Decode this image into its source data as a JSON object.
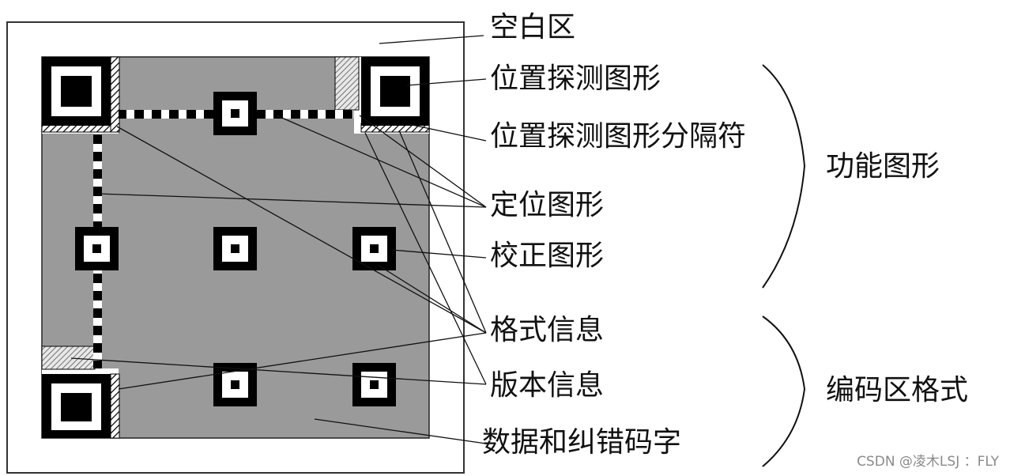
{
  "labels": {
    "quiet_zone": "空白区",
    "finder_pattern": "位置探测图形",
    "finder_separator": "位置探测图形分隔符",
    "timing_pattern": "定位图形",
    "alignment_pattern": "校正图形",
    "format_info": "格式信息",
    "version_info": "版本信息",
    "data_ec": "数据和纠错码字"
  },
  "groups": {
    "function_patterns": "功能图形",
    "encoding_region": "编码区格式"
  },
  "watermark": "CSDN @凌木LSJ ：FLY",
  "colors": {
    "gray": "#9a9a9a",
    "black": "#000000",
    "white": "#ffffff"
  }
}
